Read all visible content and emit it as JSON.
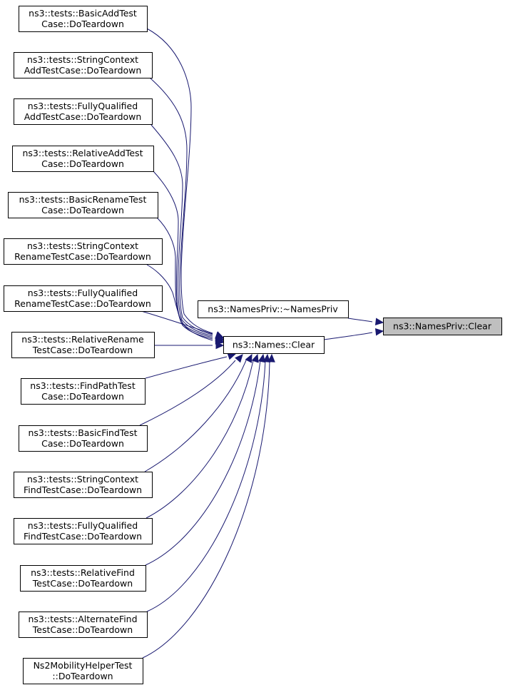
{
  "nodes": {
    "basic_add": [
      "ns3::tests::BasicAddTest",
      "Case::DoTeardown"
    ],
    "string_context_add": [
      "ns3::tests::StringContext",
      "AddTestCase::DoTeardown"
    ],
    "fully_qualified_add": [
      "ns3::tests::FullyQualified",
      "AddTestCase::DoTeardown"
    ],
    "relative_add": [
      "ns3::tests::RelativeAddTest",
      "Case::DoTeardown"
    ],
    "basic_rename": [
      "ns3::tests::BasicRenameTest",
      "Case::DoTeardown"
    ],
    "string_context_rename": [
      "ns3::tests::StringContext",
      "RenameTestCase::DoTeardown"
    ],
    "fully_qualified_rename": [
      "ns3::tests::FullyQualified",
      "RenameTestCase::DoTeardown"
    ],
    "relative_rename": [
      "ns3::tests::RelativeRename",
      "TestCase::DoTeardown"
    ],
    "find_path": [
      "ns3::tests::FindPathTest",
      "Case::DoTeardown"
    ],
    "basic_find": [
      "ns3::tests::BasicFindTest",
      "Case::DoTeardown"
    ],
    "string_context_find": [
      "ns3::tests::StringContext",
      "FindTestCase::DoTeardown"
    ],
    "fully_qualified_find": [
      "ns3::tests::FullyQualified",
      "FindTestCase::DoTeardown"
    ],
    "relative_find": [
      "ns3::tests::RelativeFind",
      "TestCase::DoTeardown"
    ],
    "alternate_find": [
      "ns3::tests::AlternateFind",
      "TestCase::DoTeardown"
    ],
    "ns2_mobility": [
      "Ns2MobilityHelperTest",
      "::DoTeardown"
    ],
    "names_priv_dtor": [
      "ns3::NamesPriv::~NamesPriv"
    ],
    "names_clear": [
      "ns3::Names::Clear"
    ],
    "names_priv_clear": [
      "ns3::NamesPriv::Clear"
    ]
  },
  "edges": [
    [
      "basic_add",
      "names_clear"
    ],
    [
      "string_context_add",
      "names_clear"
    ],
    [
      "fully_qualified_add",
      "names_clear"
    ],
    [
      "relative_add",
      "names_clear"
    ],
    [
      "basic_rename",
      "names_clear"
    ],
    [
      "string_context_rename",
      "names_clear"
    ],
    [
      "fully_qualified_rename",
      "names_clear"
    ],
    [
      "relative_rename",
      "names_clear"
    ],
    [
      "find_path",
      "names_clear"
    ],
    [
      "basic_find",
      "names_clear"
    ],
    [
      "string_context_find",
      "names_clear"
    ],
    [
      "fully_qualified_find",
      "names_clear"
    ],
    [
      "relative_find",
      "names_clear"
    ],
    [
      "alternate_find",
      "names_clear"
    ],
    [
      "ns2_mobility",
      "names_clear"
    ],
    [
      "names_priv_dtor",
      "names_priv_clear"
    ],
    [
      "names_clear",
      "names_priv_clear"
    ]
  ],
  "highlighted_node": "names_priv_clear",
  "colors": {
    "edge": "#191970",
    "highlight_fill": "#bfbfbf",
    "node_fill": "#ffffff",
    "node_border": "#000000"
  }
}
